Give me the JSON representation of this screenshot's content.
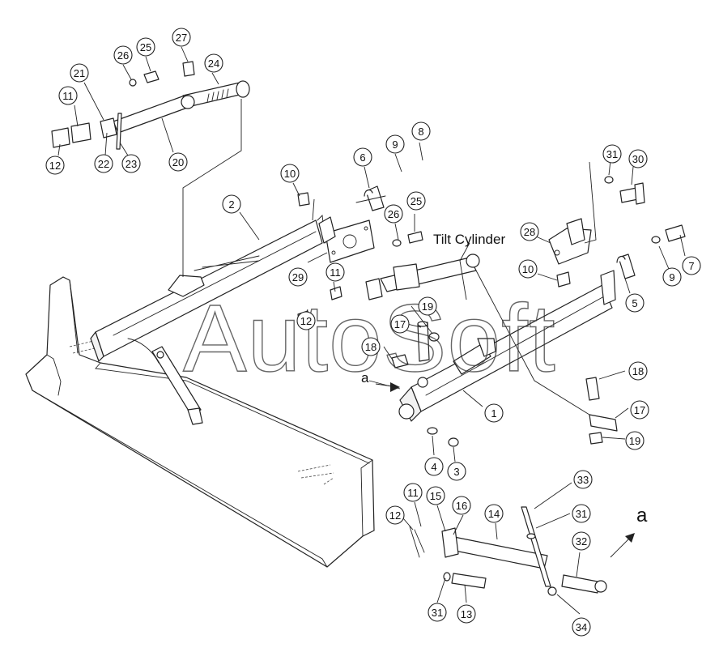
{
  "watermark": "AutoSoft",
  "labels": {
    "tilt_cylinder": "Tilt Cylinder",
    "view_a_arrow": "a",
    "view_a_detail": "a"
  },
  "callouts": [
    {
      "id": "c27",
      "text": "27"
    },
    {
      "id": "c26a",
      "text": "26"
    },
    {
      "id": "c25a",
      "text": "25"
    },
    {
      "id": "c24",
      "text": "24"
    },
    {
      "id": "c21",
      "text": "21"
    },
    {
      "id": "c11a",
      "text": "11"
    },
    {
      "id": "c12a",
      "text": "12"
    },
    {
      "id": "c22",
      "text": "22"
    },
    {
      "id": "c23",
      "text": "23"
    },
    {
      "id": "c20",
      "text": "20"
    },
    {
      "id": "c9a",
      "text": "9"
    },
    {
      "id": "c8",
      "text": "8"
    },
    {
      "id": "c10a",
      "text": "10"
    },
    {
      "id": "c6",
      "text": "6"
    },
    {
      "id": "c2",
      "text": "2"
    },
    {
      "id": "c26b",
      "text": "26"
    },
    {
      "id": "c25b",
      "text": "25"
    },
    {
      "id": "c29",
      "text": "29"
    },
    {
      "id": "c11b",
      "text": "11"
    },
    {
      "id": "c12b",
      "text": "12"
    },
    {
      "id": "c19a",
      "text": "19"
    },
    {
      "id": "c17a",
      "text": "17"
    },
    {
      "id": "c18a",
      "text": "18"
    },
    {
      "id": "c31a",
      "text": "31"
    },
    {
      "id": "c30",
      "text": "30"
    },
    {
      "id": "c28",
      "text": "28"
    },
    {
      "id": "c10b",
      "text": "10"
    },
    {
      "id": "c7",
      "text": "7"
    },
    {
      "id": "c9b",
      "text": "9"
    },
    {
      "id": "c5",
      "text": "5"
    },
    {
      "id": "c18b",
      "text": "18"
    },
    {
      "id": "c17b",
      "text": "17"
    },
    {
      "id": "c19b",
      "text": "19"
    },
    {
      "id": "c1",
      "text": "1"
    },
    {
      "id": "c4",
      "text": "4"
    },
    {
      "id": "c3",
      "text": "3"
    },
    {
      "id": "c33",
      "text": "33"
    },
    {
      "id": "c11c",
      "text": "11"
    },
    {
      "id": "c15",
      "text": "15"
    },
    {
      "id": "c16",
      "text": "16"
    },
    {
      "id": "c14",
      "text": "14"
    },
    {
      "id": "c12c",
      "text": "12"
    },
    {
      "id": "c31b",
      "text": "31"
    },
    {
      "id": "c32",
      "text": "32"
    },
    {
      "id": "c31c",
      "text": "31"
    },
    {
      "id": "c13",
      "text": "13"
    },
    {
      "id": "c34",
      "text": "34"
    }
  ]
}
